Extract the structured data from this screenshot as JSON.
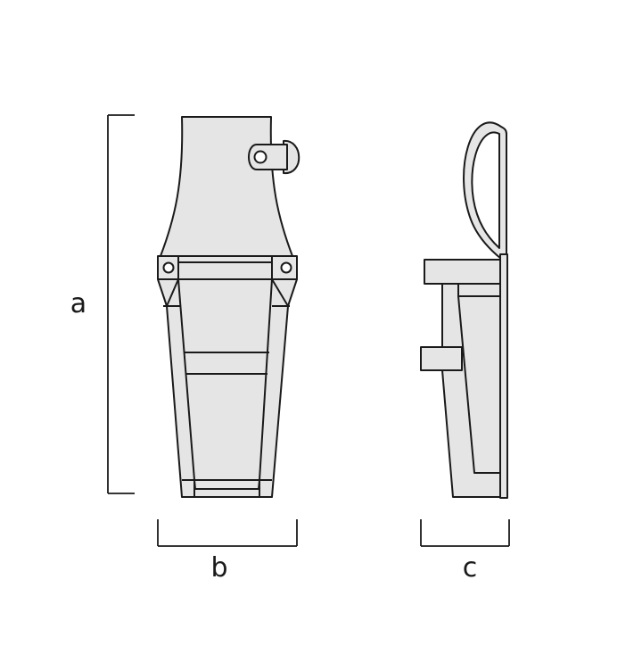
{
  "dimensions": {
    "height_label": "a",
    "width_label": "b",
    "depth_label": "c"
  },
  "colors": {
    "stroke": "#1a1a1a",
    "fill": "#e5e5e5",
    "background": "#ffffff"
  },
  "icons": {
    "front": "holster-front-view",
    "side": "holster-side-view"
  }
}
